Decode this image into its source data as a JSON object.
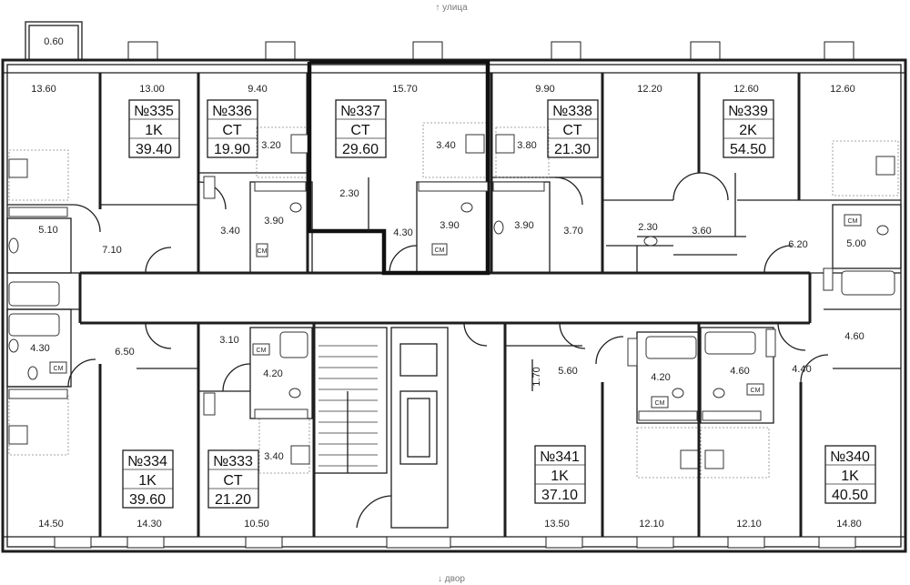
{
  "street_label": "↑ улица",
  "yard_label": "↓ двор",
  "apartments": [
    {
      "id": "apt-335",
      "number": "№335",
      "type": "1K",
      "area": "39.40"
    },
    {
      "id": "apt-336",
      "number": "№336",
      "type": "CT",
      "area": "19.90"
    },
    {
      "id": "apt-337",
      "number": "№337",
      "type": "CT",
      "area": "29.60"
    },
    {
      "id": "apt-338",
      "number": "№338",
      "type": "CT",
      "area": "21.30"
    },
    {
      "id": "apt-339",
      "number": "№339",
      "type": "2K",
      "area": "54.50"
    },
    {
      "id": "apt-334",
      "number": "№334",
      "type": "1K",
      "area": "39.60"
    },
    {
      "id": "apt-333",
      "number": "№333",
      "type": "CT",
      "area": "21.20"
    },
    {
      "id": "apt-341",
      "number": "№341",
      "type": "1K",
      "area": "37.10"
    },
    {
      "id": "apt-340",
      "number": "№340",
      "type": "1K",
      "area": "40.50"
    }
  ],
  "room_areas": [
    "0.60",
    "13.60",
    "13.00",
    "9.40",
    "15.70",
    "9.90",
    "12.20",
    "12.60",
    "12.60",
    "3.20",
    "3.40",
    "3.80",
    "2.30",
    "3.90",
    "3.90",
    "3.90",
    "3.40",
    "4.30",
    "3.70",
    "5.10",
    "7.10",
    "2.30",
    "3.60",
    "6.20",
    "5.00",
    "4.30",
    "6.50",
    "3.10",
    "4.20",
    "3.40",
    "1.70",
    "5.60",
    "4.20",
    "4.60",
    "4.40",
    "4.60",
    "14.50",
    "14.30",
    "10.50",
    "13.50",
    "12.10",
    "12.10",
    "14.80"
  ],
  "fixture_labels": {
    "washer": "CM"
  }
}
